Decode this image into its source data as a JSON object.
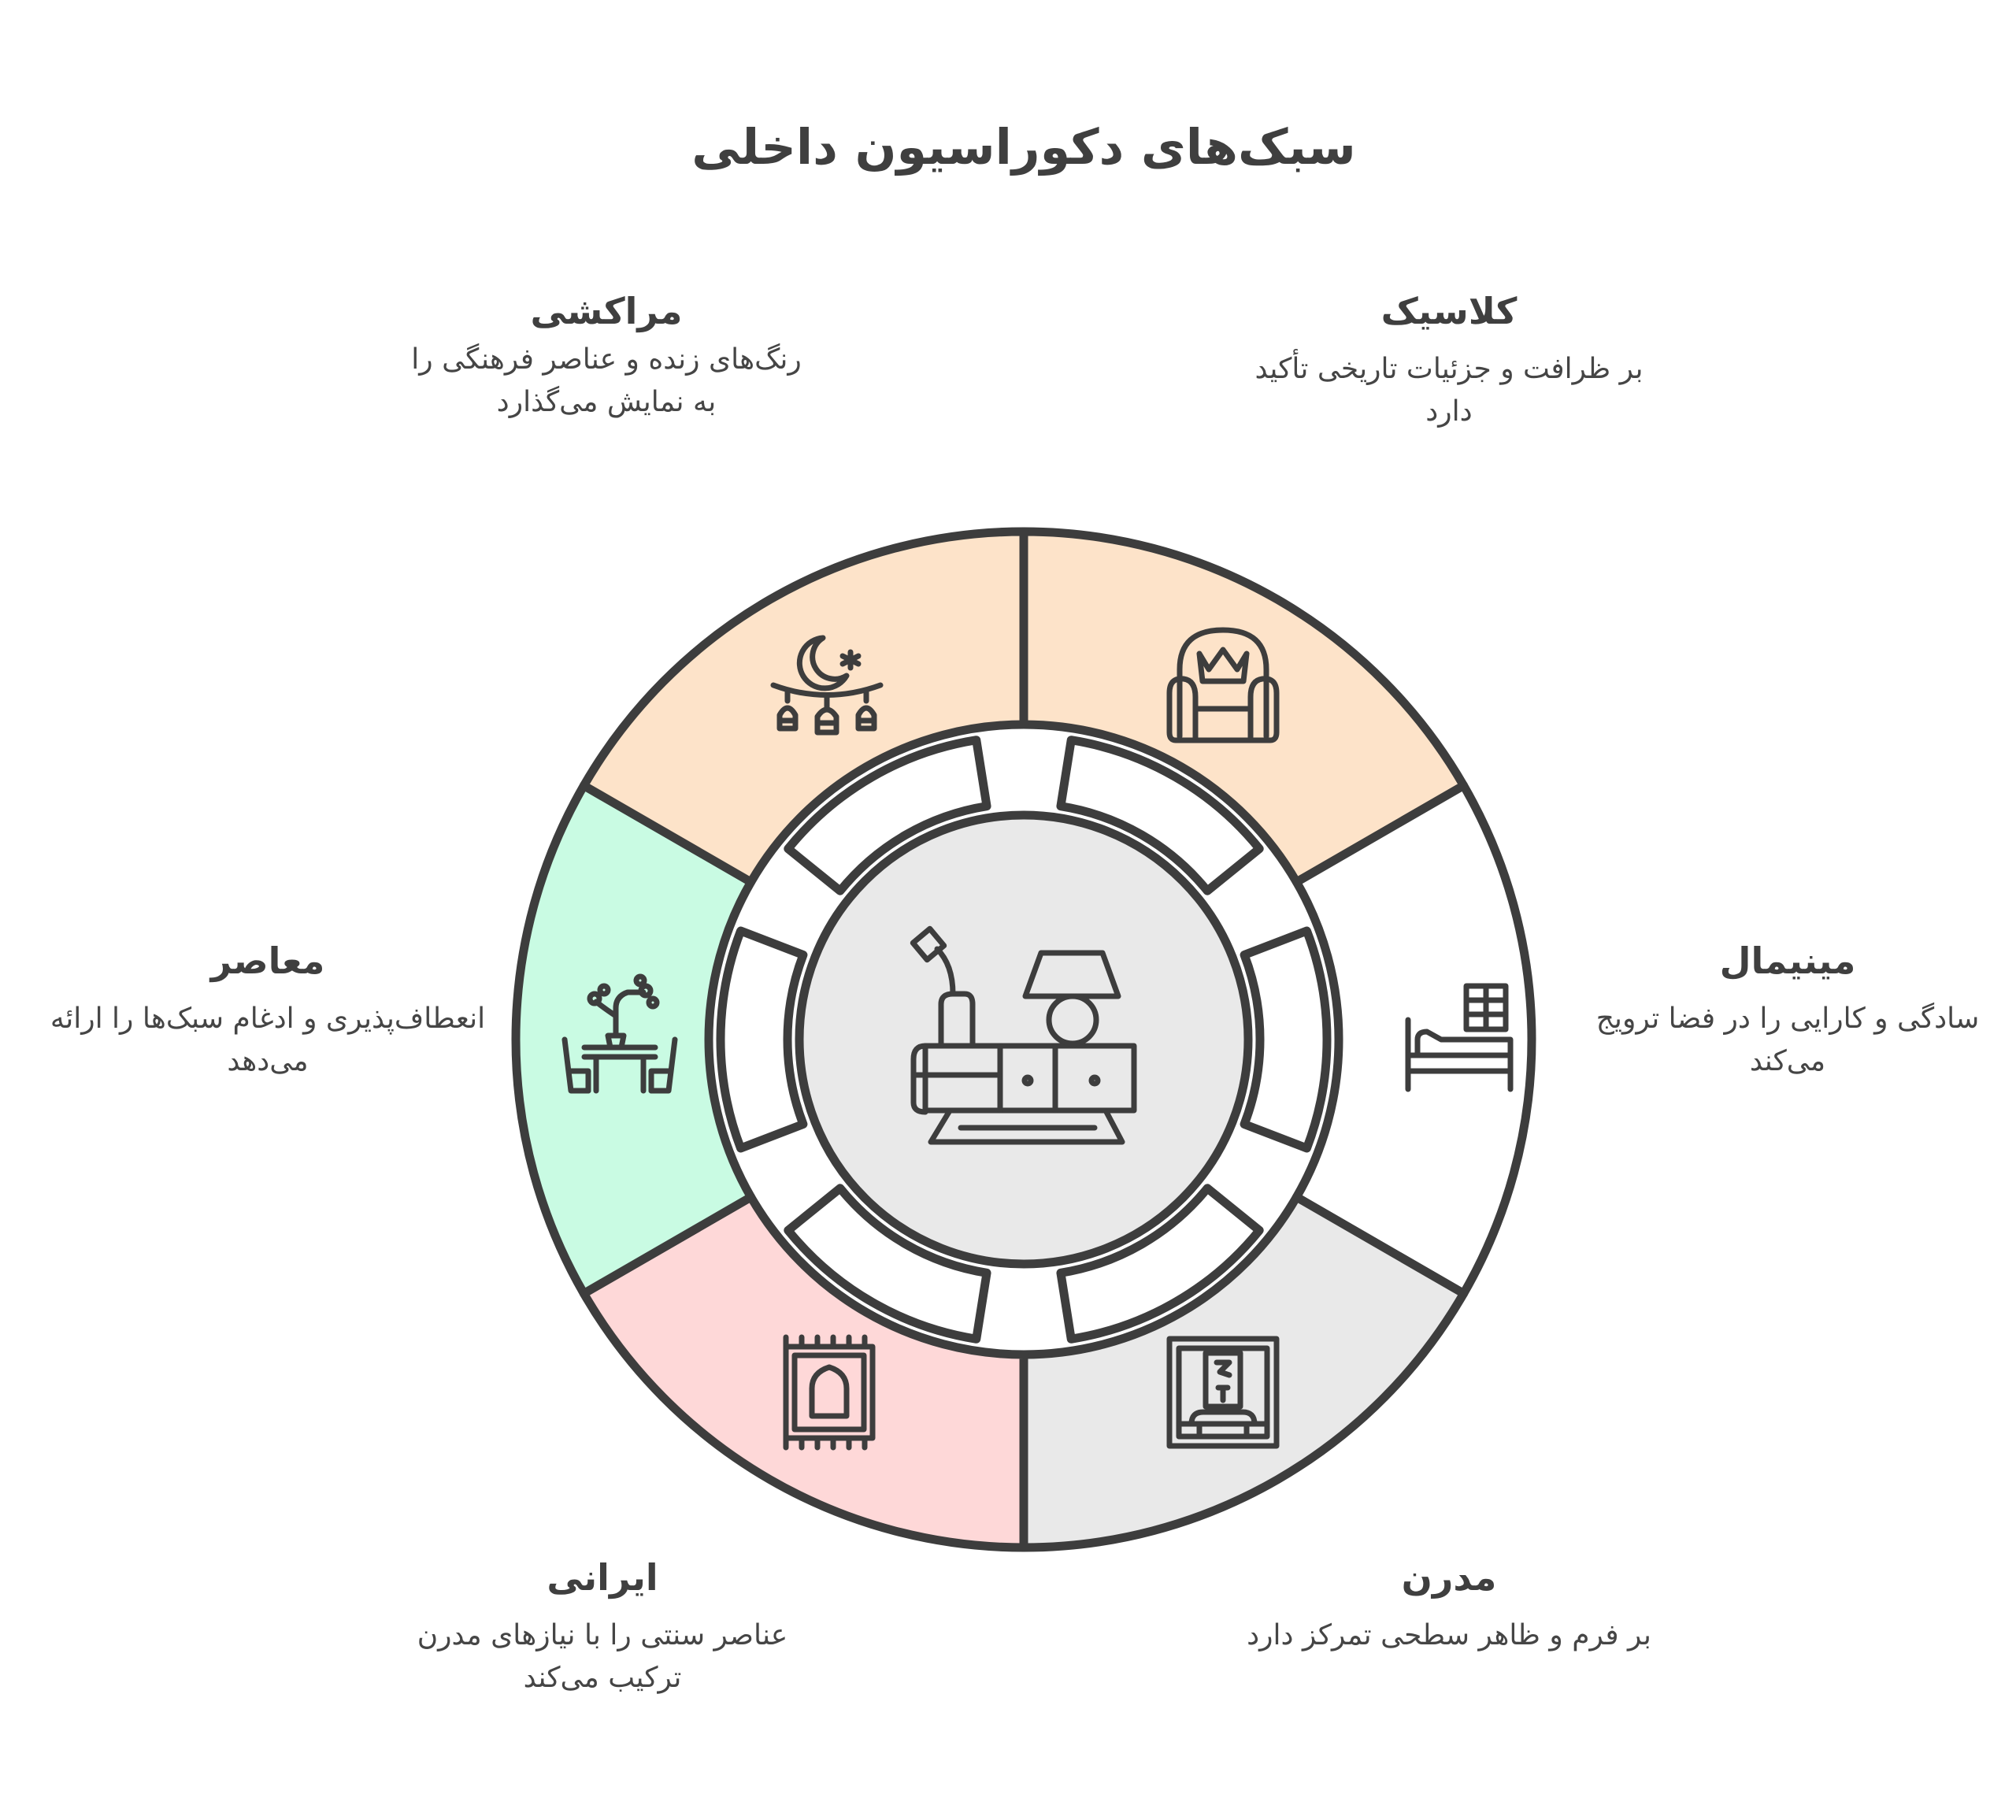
{
  "title": "سبک‌های دکوراسیون داخلی",
  "colors": {
    "stroke": "#3d3d3d",
    "peach": "#fde3c9",
    "mint": "#c9fbe3",
    "pink": "#fed8d8",
    "gray": "#e9e9e9",
    "white": "#ffffff"
  },
  "segments": [
    {
      "id": "classic",
      "heading": "کلاسیک",
      "description": "بر ظرافت و جزئیات تاریخی تأکید دارد",
      "icon": "crown-armchair-icon",
      "fill": "peach"
    },
    {
      "id": "minimal",
      "heading": "مینیمال",
      "description": "سادگی و کارایی را در فضا ترویج می‌کند",
      "icon": "bed-window-icon",
      "fill": "white"
    },
    {
      "id": "modern",
      "heading": "مدرن",
      "description": "بر فرم و ظاهر سطحی تمرکز دارد",
      "icon": "framed-art-icon",
      "fill": "gray"
    },
    {
      "id": "iranian",
      "heading": "ایرانی",
      "description": "عناصر سنتی را با نیازهای مدرن ترکیب می‌کند",
      "icon": "persian-rug-icon",
      "fill": "pink"
    },
    {
      "id": "contemporary",
      "heading": "معاصر",
      "description": "انعطاف‌پذیری و ادغام سبک‌ها را ارائه می‌دهد",
      "icon": "plant-table-icon",
      "fill": "mint"
    },
    {
      "id": "moroccan",
      "heading": "مراکشی",
      "description": "رنگ‌های زنده و عناصر فرهنگی را به نمایش می‌گذارد",
      "icon": "crescent-lanterns-icon",
      "fill": "peach"
    }
  ],
  "center": {
    "icon": "living-room-furniture-icon",
    "fill": "gray"
  }
}
